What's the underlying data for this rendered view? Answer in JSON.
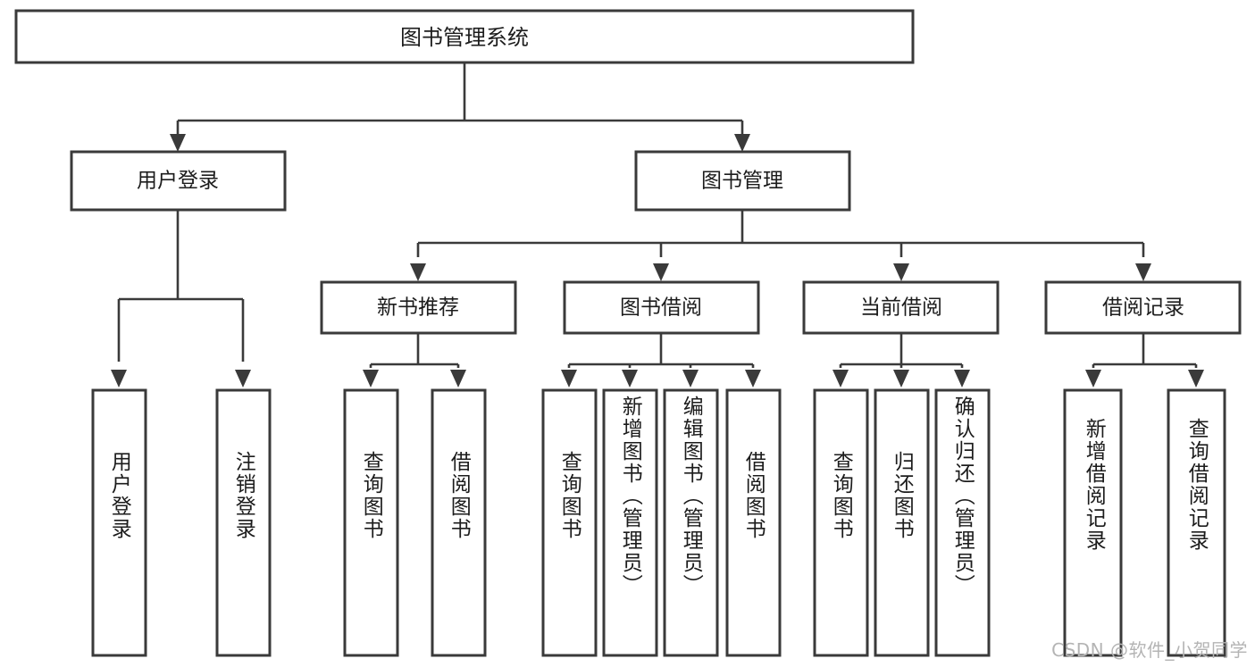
{
  "diagram": {
    "type": "tree",
    "title": "图书管理系统",
    "orientation": "top-down",
    "colors": {
      "box_stroke": "#3a3a3a",
      "box_fill": "#ffffff",
      "connector": "#3a3a3a",
      "text": "#1c1c1c",
      "watermark": "#b4b4b4",
      "background": "#ffffff"
    },
    "root": {
      "label": "图书管理系统"
    },
    "level2": [
      {
        "label": "用户登录"
      },
      {
        "label": "图书管理"
      }
    ],
    "level3": [
      {
        "label": "新书推荐"
      },
      {
        "label": "图书借阅"
      },
      {
        "label": "当前借阅"
      },
      {
        "label": "借阅记录"
      }
    ],
    "leaves": {
      "user_login": [
        {
          "label": "用户登录"
        },
        {
          "label": "注销登录"
        }
      ],
      "new_book_recommend": [
        {
          "label": "查询图书"
        },
        {
          "label": "借阅图书"
        }
      ],
      "book_borrow": [
        {
          "label": "查询图书"
        },
        {
          "label": "新增图书（管理员）"
        },
        {
          "label": "编辑图书（管理员）"
        },
        {
          "label": "借阅图书"
        }
      ],
      "current_borrow": [
        {
          "label": "查询图书"
        },
        {
          "label": "归还图书"
        },
        {
          "label": "确认归还（管理员）"
        }
      ],
      "borrow_record": [
        {
          "label": "新增借阅记录"
        },
        {
          "label": "查询借阅记录"
        }
      ]
    },
    "watermark": "CSDN @软件_小贺同学"
  }
}
